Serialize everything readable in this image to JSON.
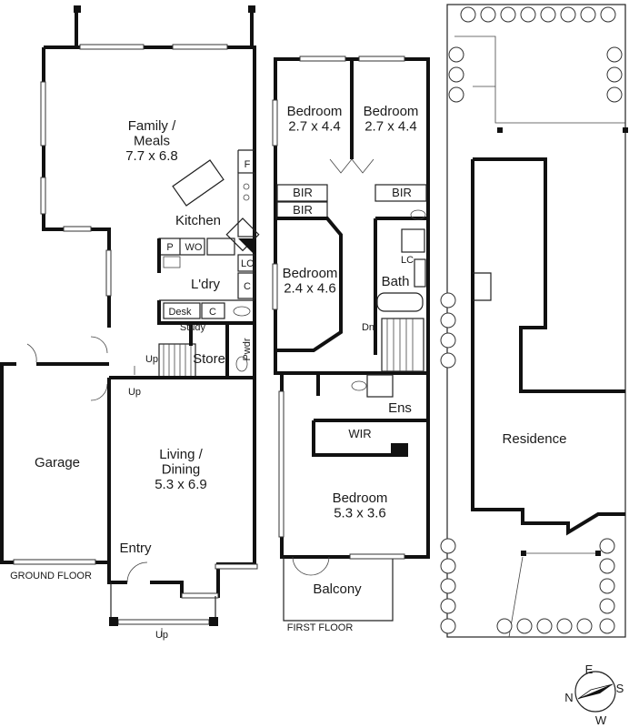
{
  "ground_floor": {
    "caption": "GROUND FLOOR",
    "rooms": {
      "family_meals": "Family /\nMeals\n7.7 x 6.8",
      "kitchen": "Kitchen",
      "fridge": "F",
      "pantry": "P",
      "wo": "WO",
      "lc": "LC",
      "cupboard_1": "C",
      "laundry": "L'dry",
      "desk": "Desk",
      "cupboard_2": "C",
      "study": "Study",
      "store": "Store",
      "powder": "Pwdr",
      "up_stairs": "Up",
      "up_hall": "Up",
      "garage": "Garage",
      "living_dining": "Living /\nDining\n5.3 x 6.9",
      "entry": "Entry",
      "up_porch": "Up"
    }
  },
  "first_floor": {
    "caption": "FIRST FLOOR",
    "rooms": {
      "bedroom_a": "Bedroom\n2.7 x 4.4",
      "bedroom_b": "Bedroom\n2.7 x 4.4",
      "bir_1": "BIR",
      "bir_2": "BIR",
      "bir_3": "BIR",
      "bedroom_c": "Bedroom\n2.4 x 4.6",
      "lc": "LC",
      "bath": "Bath",
      "dn": "Dn",
      "ens": "Ens",
      "wir": "WIR",
      "master_bedroom": "Bedroom\n5.3 x 3.6",
      "balcony": "Balcony"
    }
  },
  "site": {
    "residence": "Residence"
  },
  "compass": {
    "n": "N",
    "e": "E",
    "s": "S",
    "w": "W"
  }
}
